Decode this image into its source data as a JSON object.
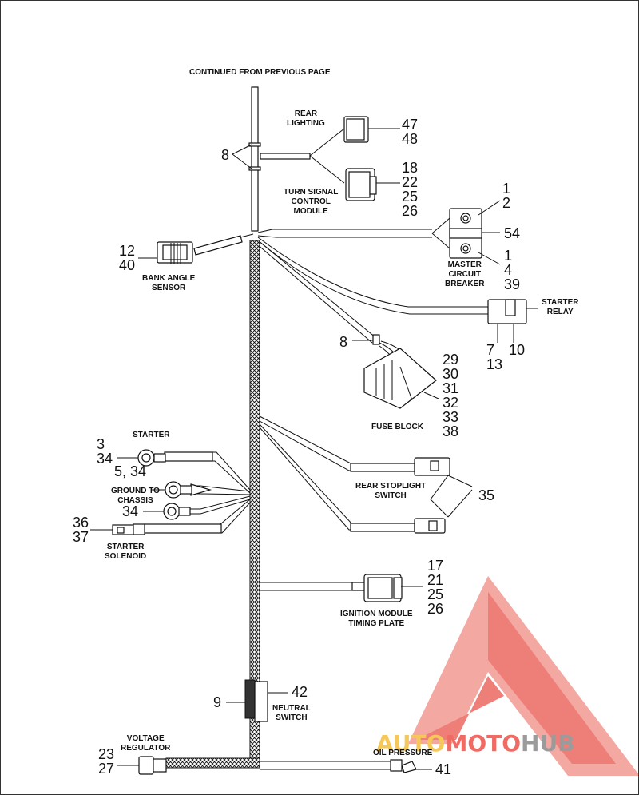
{
  "header": {
    "continued": "CONTINUED FROM PREVIOUS PAGE"
  },
  "components": {
    "rear_lighting": "REAR\nLIGHTING",
    "turn_signal": "TURN SIGNAL\nCONTROL\nMODULE",
    "master_circuit_breaker": "MASTER\nCIRCUIT\nBREAKER",
    "bank_angle_sensor": "BANK ANGLE\nSENSOR",
    "starter_relay": "STARTER\nRELAY",
    "fuse_block": "FUSE BLOCK",
    "starter": "STARTER",
    "ground_to_chassis": "GROUND TO\nCHASSIS",
    "starter_solenoid": "STARTER\nSOLENOID",
    "rear_stoplight_switch": "REAR STOPLIGHT\nSWITCH",
    "ignition_module": "IGNITION MODULE\nTIMING PLATE",
    "neutral_switch": "NEUTRAL\nSWITCH",
    "voltage_regulator": "VOLTAGE\nREGULATOR",
    "oil_pressure": "OIL PRESSURE"
  },
  "callouts": {
    "conduit_top": "8",
    "rear_lighting_nums": [
      "47",
      "48"
    ],
    "turn_signal_nums": [
      "18",
      "22",
      "25",
      "26"
    ],
    "breaker_top_nums": [
      "1",
      "2"
    ],
    "breaker_side": "54",
    "breaker_bottom_nums": [
      "1",
      "4",
      "39"
    ],
    "bank_angle_nums": [
      "12",
      "40"
    ],
    "relay_left_nums": [
      "7",
      "13"
    ],
    "relay_right": "10",
    "fuse_clip": "8",
    "fuse_block_nums": [
      "29",
      "30",
      "31",
      "32",
      "33",
      "38"
    ],
    "starter_nums": [
      "3",
      "34"
    ],
    "ground1": "5, 34",
    "ground2": "34",
    "solenoid_nums": [
      "36",
      "37"
    ],
    "stoplight": "35",
    "ignition_nums": [
      "17",
      "21",
      "25",
      "26"
    ],
    "neutral_right": "42",
    "neutral_left": "9",
    "regulator_nums": [
      "23",
      "27"
    ],
    "oil_pressure_num": "41"
  },
  "watermark": {
    "part1": "AUTO",
    "part2": "MOTO",
    "part3": "HUB",
    "colors": {
      "yellow": "#f6c85a",
      "red": "#f06b64",
      "gray": "#9b9b9b"
    }
  }
}
